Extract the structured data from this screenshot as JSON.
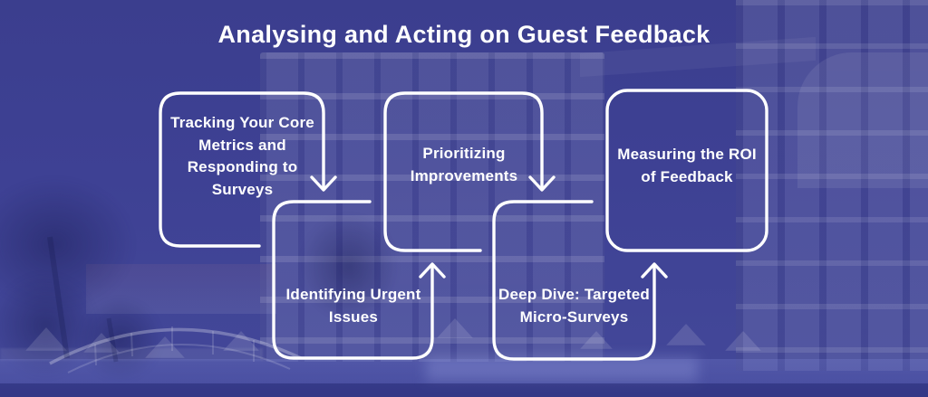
{
  "title": "Analysing and Acting on Guest Feedback",
  "colors": {
    "background_overlay": "#3e4194",
    "outline": "#ffffff",
    "text": "#ffffff"
  },
  "flow": {
    "steps": [
      {
        "label": "Tracking Your Core\nMetrics and\nResponding to\nSurveys",
        "position": "top-row"
      },
      {
        "label": "Identifying Urgent\nIssues",
        "position": "bottom-row"
      },
      {
        "label": "Prioritizing\nImprovements",
        "position": "top-row"
      },
      {
        "label": "Deep Dive: Targeted\nMicro-Surveys",
        "position": "bottom-row"
      },
      {
        "label": "Measuring the ROI\nof Feedback",
        "position": "top-row"
      }
    ],
    "connections": [
      {
        "from": 1,
        "to": 2,
        "direction": "down"
      },
      {
        "from": 2,
        "to": 3,
        "direction": "up"
      },
      {
        "from": 3,
        "to": 4,
        "direction": "down"
      },
      {
        "from": 4,
        "to": 5,
        "direction": "up"
      }
    ]
  }
}
